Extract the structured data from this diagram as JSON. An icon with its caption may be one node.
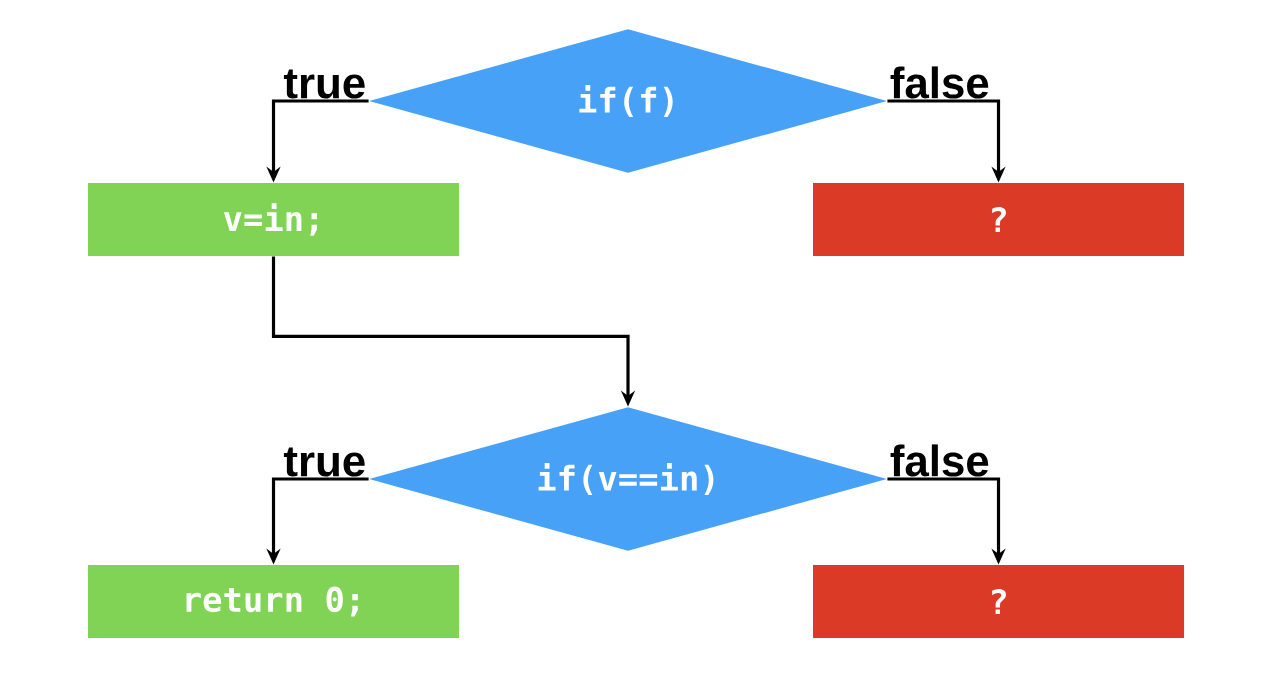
{
  "diagram": {
    "nodes": [
      {
        "text": [
          "if(f)"
        ]
      },
      {
        "text": [
          "v=in;"
        ]
      },
      {
        "text": [
          "?"
        ]
      },
      {
        "text": [
          "if(v==in)"
        ]
      },
      {
        "text": [
          "return 0;"
        ]
      },
      {
        "text": [
          "?"
        ]
      }
    ],
    "edges": [
      {
        "from": 0,
        "to": 1,
        "arrow": "to",
        "label": "true"
      },
      {
        "from": 0,
        "to": 2,
        "arrow": "to",
        "label": "false"
      },
      {
        "from": 1,
        "to": 3,
        "arrow": "to"
      },
      {
        "from": 3,
        "to": 4,
        "arrow": "to",
        "label": "true"
      },
      {
        "from": 3,
        "to": 5,
        "arrow": "to",
        "label": "false"
      }
    ]
  }
}
